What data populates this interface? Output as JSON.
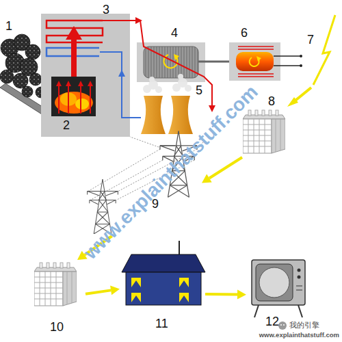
{
  "diagram": {
    "nodes": [
      {
        "text": [
          "8"
        ]
      },
      {
        "text": [
          "9"
        ]
      },
      {
        "text": [
          "10"
        ]
      },
      {
        "text": [
          "11"
        ]
      },
      {
        "text": [
          "12"
        ]
      }
    ],
    "edges": [
      {
        "from": 0,
        "to": 1,
        "arrow": "to"
      },
      {
        "from": 1,
        "to": 2,
        "arrow": "to"
      },
      {
        "from": 2,
        "to": 3,
        "arrow": "to"
      },
      {
        "from": 3,
        "to": 4,
        "arrow": "to"
      }
    ],
    "labels": [
      "1",
      "2",
      "3",
      "4",
      "5",
      "6",
      "7",
      "www.explainthatstuff.com",
      "www.explainthatstuff.com",
      "我的引擎"
    ]
  }
}
